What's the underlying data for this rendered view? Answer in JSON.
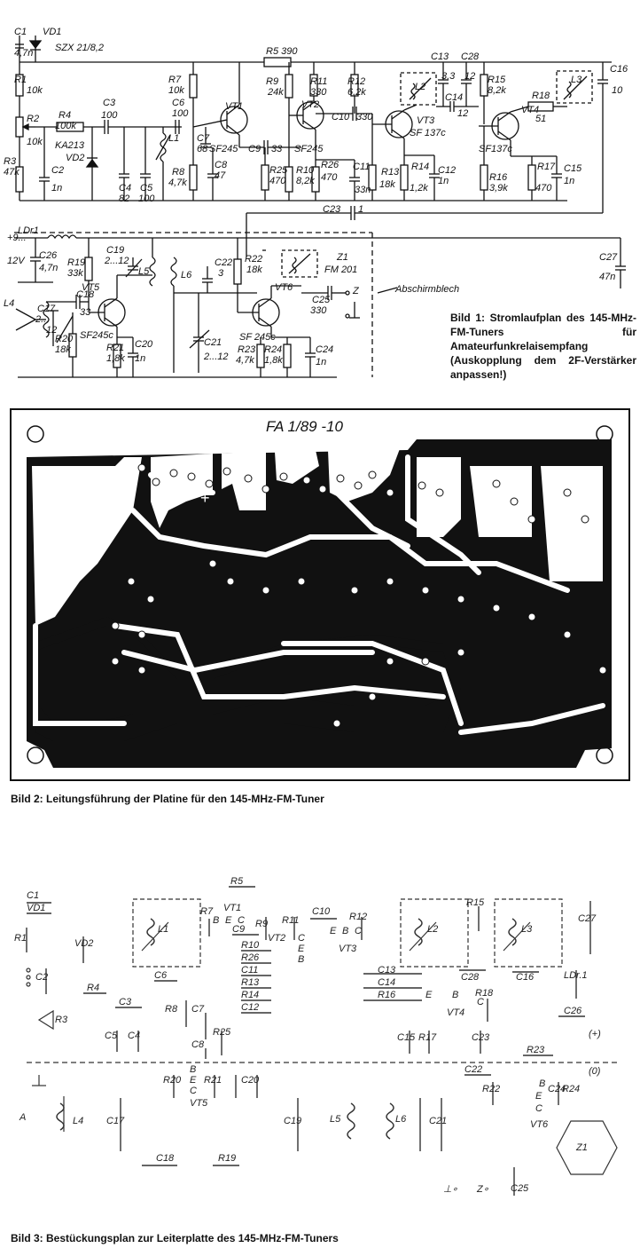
{
  "schematic": {
    "labels": [
      {
        "id": "c1",
        "text": "C1"
      },
      {
        "id": "vd1",
        "text": "VD1"
      },
      {
        "id": "c1v",
        "text": "4,7n"
      },
      {
        "id": "szx",
        "text": "SZX 21/8,2"
      },
      {
        "id": "r1",
        "text": "R1"
      },
      {
        "id": "r1v",
        "text": "10k"
      },
      {
        "id": "r2",
        "text": "R2"
      },
      {
        "id": "r2v",
        "text": "10k"
      },
      {
        "id": "r3",
        "text": "R3"
      },
      {
        "id": "r3v",
        "text": "47k"
      },
      {
        "id": "c2",
        "text": "C2"
      },
      {
        "id": "c2v",
        "text": "1n"
      },
      {
        "id": "r4",
        "text": "R4"
      },
      {
        "id": "r4v",
        "text": "100k"
      },
      {
        "id": "c3",
        "text": "C3"
      },
      {
        "id": "c3v",
        "text": "100"
      },
      {
        "id": "ka",
        "text": "KA213"
      },
      {
        "id": "vd2",
        "text": "VD2"
      },
      {
        "id": "c4",
        "text": "C4"
      },
      {
        "id": "c4v",
        "text": "82"
      },
      {
        "id": "c5",
        "text": "C5"
      },
      {
        "id": "c5v",
        "text": "100"
      },
      {
        "id": "l1",
        "text": "L1"
      },
      {
        "id": "r7",
        "text": "R7"
      },
      {
        "id": "r7v",
        "text": "10k"
      },
      {
        "id": "c6",
        "text": "C6"
      },
      {
        "id": "c6v",
        "text": "100"
      },
      {
        "id": "r8",
        "text": "R8"
      },
      {
        "id": "r8v",
        "text": "4,7k"
      },
      {
        "id": "c7",
        "text": "C7"
      },
      {
        "id": "c7v",
        "text": "68"
      },
      {
        "id": "c8",
        "text": "C8"
      },
      {
        "id": "c8v",
        "text": "47"
      },
      {
        "id": "vt1",
        "text": "VT1"
      },
      {
        "id": "sf245a",
        "text": "SF245"
      },
      {
        "id": "r5",
        "text": "R5 390"
      },
      {
        "id": "c9",
        "text": "C9"
      },
      {
        "id": "c9v",
        "text": "33"
      },
      {
        "id": "r25",
        "text": "R25"
      },
      {
        "id": "r25v",
        "text": "470"
      },
      {
        "id": "r9",
        "text": "R9"
      },
      {
        "id": "r9v",
        "text": "24k"
      },
      {
        "id": "r11",
        "text": "R11"
      },
      {
        "id": "r11v",
        "text": "330"
      },
      {
        "id": "vt2",
        "text": "VT2"
      },
      {
        "id": "sf245b",
        "text": "SF245"
      },
      {
        "id": "r10",
        "text": "R10"
      },
      {
        "id": "r10v",
        "text": "8,2k"
      },
      {
        "id": "r12",
        "text": "R12"
      },
      {
        "id": "r12v",
        "text": "6,2k"
      },
      {
        "id": "c10",
        "text": "C10"
      },
      {
        "id": "c10v",
        "text": "330"
      },
      {
        "id": "r26",
        "text": "R26"
      },
      {
        "id": "r26v",
        "text": "470"
      },
      {
        "id": "c11",
        "text": "C11"
      },
      {
        "id": "c11v",
        "text": "33n"
      },
      {
        "id": "r13",
        "text": "R13"
      },
      {
        "id": "r13v",
        "text": "18k"
      },
      {
        "id": "l2",
        "text": "L2"
      },
      {
        "id": "c13",
        "text": "C13"
      },
      {
        "id": "c13v",
        "text": "3,3"
      },
      {
        "id": "c14",
        "text": "C14"
      },
      {
        "id": "vt3",
        "text": "VT3"
      },
      {
        "id": "sf137a",
        "text": "SF 137c"
      },
      {
        "id": "r14",
        "text": "R14"
      },
      {
        "id": "r14v",
        "text": "1,2k"
      },
      {
        "id": "c12",
        "text": "C12"
      },
      {
        "id": "c12v",
        "text": "1n"
      },
      {
        "id": "c28",
        "text": "C28"
      },
      {
        "id": "c28v",
        "text": "12"
      },
      {
        "id": "c14v",
        "text": "12"
      },
      {
        "id": "r15",
        "text": "R15"
      },
      {
        "id": "r15v",
        "text": "8,2k"
      },
      {
        "id": "vt4",
        "text": "VT4"
      },
      {
        "id": "sf137b",
        "text": "SF137c"
      },
      {
        "id": "r16",
        "text": "R16"
      },
      {
        "id": "r16v",
        "text": "3,9k"
      },
      {
        "id": "r17",
        "text": "R17"
      },
      {
        "id": "r17v",
        "text": "470"
      },
      {
        "id": "c15",
        "text": "C15"
      },
      {
        "id": "c15v",
        "text": "1n"
      },
      {
        "id": "r18",
        "text": "R18"
      },
      {
        "id": "r18v",
        "text": "51"
      },
      {
        "id": "l3",
        "text": "L3"
      },
      {
        "id": "c16",
        "text": "C16"
      },
      {
        "id": "c16v",
        "text": "10"
      },
      {
        "id": "c23",
        "text": "C23"
      },
      {
        "id": "c23v",
        "text": "1"
      },
      {
        "id": "ldr",
        "text": "LDr1"
      },
      {
        "id": "p9",
        "text": "+9..."
      },
      {
        "id": "v12",
        "text": "12V"
      },
      {
        "id": "c26",
        "text": "C26"
      },
      {
        "id": "c26v",
        "text": "4,7n"
      },
      {
        "id": "r19",
        "text": "R19"
      },
      {
        "id": "r19v",
        "text": "33k"
      },
      {
        "id": "c19",
        "text": "C19"
      },
      {
        "id": "c19v",
        "text": "2...12"
      },
      {
        "id": "l5",
        "text": "L5"
      },
      {
        "id": "l6",
        "text": "L6"
      },
      {
        "id": "c22",
        "text": "C22"
      },
      {
        "id": "c22v",
        "text": "3"
      },
      {
        "id": "r22",
        "text": "R22"
      },
      {
        "id": "r22v",
        "text": "18k"
      },
      {
        "id": "z1",
        "text": "Z1"
      },
      {
        "id": "fm201",
        "text": "FM 201"
      },
      {
        "id": "c25",
        "text": "C25"
      },
      {
        "id": "c25v",
        "text": "330"
      },
      {
        "id": "z",
        "text": "Z"
      },
      {
        "id": "c27",
        "text": "C27"
      },
      {
        "id": "c27v",
        "text": "47n"
      },
      {
        "id": "vt5",
        "text": "VT5"
      },
      {
        "id": "vt6",
        "text": "VT6"
      },
      {
        "id": "c18",
        "text": "C18"
      },
      {
        "id": "l4",
        "text": "L4"
      },
      {
        "id": "c17",
        "text": "C17"
      },
      {
        "id": "c17v",
        "text": "2..."
      },
      {
        "id": "c17v2",
        "text": "12"
      },
      {
        "id": "r20",
        "text": "R20"
      },
      {
        "id": "r20v",
        "text": "18k"
      },
      {
        "id": "c18v",
        "text": "33"
      },
      {
        "id": "sf245c1",
        "text": "SF245c"
      },
      {
        "id": "r21",
        "text": "R21"
      },
      {
        "id": "r21v",
        "text": "1,8k"
      },
      {
        "id": "c20",
        "text": "C20"
      },
      {
        "id": "c20v",
        "text": "1n"
      },
      {
        "id": "c21",
        "text": "C21"
      },
      {
        "id": "c21v",
        "text": "2...12"
      },
      {
        "id": "sf245c2",
        "text": "SF 245c"
      },
      {
        "id": "r23",
        "text": "R23"
      },
      {
        "id": "r23v",
        "text": "4,7k"
      },
      {
        "id": "r24",
        "text": "R24"
      },
      {
        "id": "r24v",
        "text": "1,8k"
      },
      {
        "id": "c24",
        "text": "C24"
      },
      {
        "id": "c24v",
        "text": "1n"
      },
      {
        "id": "abs",
        "text": "Abschirmblech"
      }
    ],
    "caption_title": "Bild 1:",
    "caption_text": "Stromlaufplan des 145-MHz-FM-Tuners für Amateurfunkrelaisempfang (Auskopplung dem 2F-Verstärker anpassen!)"
  },
  "pcb": {
    "board_id": "FA 1/89 -10",
    "caption": "Bild 2: Leitungsführung der Platine für den 145-MHz-FM-Tuner"
  },
  "assembly": {
    "labels": [
      {
        "id": "a_c1",
        "text": "C1"
      },
      {
        "id": "a_vd1",
        "text": "VD1"
      },
      {
        "id": "a_r1",
        "text": "R1"
      },
      {
        "id": "a_vd2",
        "text": "VD2"
      },
      {
        "id": "a_c2",
        "text": "C2"
      },
      {
        "id": "a_r4",
        "text": "R4"
      },
      {
        "id": "a_c3",
        "text": "C3"
      },
      {
        "id": "a_r3",
        "text": "R3"
      },
      {
        "id": "a_c5",
        "text": "C5"
      },
      {
        "id": "a_c4",
        "text": "C4"
      },
      {
        "id": "a_l1",
        "text": "L1"
      },
      {
        "id": "a_c6",
        "text": "C6"
      },
      {
        "id": "a_r8",
        "text": "R8"
      },
      {
        "id": "a_c7",
        "text": "C7"
      },
      {
        "id": "a_c8",
        "text": "C8"
      },
      {
        "id": "a_r25",
        "text": "R25"
      },
      {
        "id": "a_r5",
        "text": "R5"
      },
      {
        "id": "a_r7",
        "text": "R7"
      },
      {
        "id": "a_vt1",
        "text": "VT1"
      },
      {
        "id": "a_r9",
        "text": "R9"
      },
      {
        "id": "a_c9",
        "text": "C9"
      },
      {
        "id": "a_r10",
        "text": "R10"
      },
      {
        "id": "a_r26",
        "text": "R26"
      },
      {
        "id": "a_c11",
        "text": "C11"
      },
      {
        "id": "a_r13",
        "text": "R13"
      },
      {
        "id": "a_r14",
        "text": "R14"
      },
      {
        "id": "a_c12",
        "text": "C12"
      },
      {
        "id": "a_r11",
        "text": "R11"
      },
      {
        "id": "a_vt2",
        "text": "VT2"
      },
      {
        "id": "a_c10",
        "text": "C10"
      },
      {
        "id": "a_r12",
        "text": "R12"
      },
      {
        "id": "a_vt3",
        "text": "VT3"
      },
      {
        "id": "a_l2",
        "text": "L2"
      },
      {
        "id": "a_r15",
        "text": "R15"
      },
      {
        "id": "a_l3",
        "text": "L3"
      },
      {
        "id": "a_c27",
        "text": "C27"
      },
      {
        "id": "a_c13",
        "text": "C13"
      },
      {
        "id": "a_c14",
        "text": "C14"
      },
      {
        "id": "a_r16",
        "text": "R16"
      },
      {
        "id": "a_c28",
        "text": "C28"
      },
      {
        "id": "a_c16",
        "text": "C16"
      },
      {
        "id": "a_r18",
        "text": "R18"
      },
      {
        "id": "a_vt4",
        "text": "VT4"
      },
      {
        "id": "a_ldr",
        "text": "LDr.1"
      },
      {
        "id": "a_c26",
        "text": "C26"
      },
      {
        "id": "a_plus",
        "text": "(+)"
      },
      {
        "id": "a_c15",
        "text": "C15"
      },
      {
        "id": "a_r17",
        "text": "R17"
      },
      {
        "id": "a_c23",
        "text": "C23"
      },
      {
        "id": "a_r23",
        "text": "R23"
      },
      {
        "id": "a_zero",
        "text": "(0)"
      },
      {
        "id": "a_r20",
        "text": "R20"
      },
      {
        "id": "a_r21",
        "text": "R21"
      },
      {
        "id": "a_c20",
        "text": "C20"
      },
      {
        "id": "a_vt5",
        "text": "VT5"
      },
      {
        "id": "a_c22",
        "text": "C22"
      },
      {
        "id": "a_r22",
        "text": "R22"
      },
      {
        "id": "a_c24",
        "text": "C24"
      },
      {
        "id": "a_r24",
        "text": "R24"
      },
      {
        "id": "a_vt6",
        "text": "VT6"
      },
      {
        "id": "a_a",
        "text": "A"
      },
      {
        "id": "a_l4",
        "text": "L4"
      },
      {
        "id": "a_c17",
        "text": "C17"
      },
      {
        "id": "a_c19",
        "text": "C19"
      },
      {
        "id": "a_l5",
        "text": "L5"
      },
      {
        "id": "a_l6",
        "text": "L6"
      },
      {
        "id": "a_c21",
        "text": "C21"
      },
      {
        "id": "a_z1",
        "text": "Z1"
      },
      {
        "id": "a_c18",
        "text": "C18"
      },
      {
        "id": "a_r19",
        "text": "R19"
      },
      {
        "id": "a_c25",
        "text": "C25"
      },
      {
        "id": "a_gnd",
        "text": "⊥∘"
      },
      {
        "id": "a_zo",
        "text": "Z∘"
      },
      {
        "id": "a_b1",
        "text": "B"
      },
      {
        "id": "a_e1",
        "text": "E"
      },
      {
        "id": "a_cc1",
        "text": "C"
      },
      {
        "id": "a_c2b",
        "text": "C"
      },
      {
        "id": "a_e2",
        "text": "E"
      },
      {
        "id": "a_b2",
        "text": "B"
      },
      {
        "id": "a_e3",
        "text": "E"
      },
      {
        "id": "a_b3",
        "text": "B"
      },
      {
        "id": "a_cc3",
        "text": "C"
      },
      {
        "id": "a_e4",
        "text": "E"
      },
      {
        "id": "a_b4",
        "text": "B"
      },
      {
        "id": "a_cc4",
        "text": "C"
      },
      {
        "id": "a_b5",
        "text": "B"
      },
      {
        "id": "a_e5",
        "text": "E"
      },
      {
        "id": "a_cc5",
        "text": "C"
      },
      {
        "id": "a_b6",
        "text": "B"
      },
      {
        "id": "a_e6",
        "text": "E"
      },
      {
        "id": "a_cc6",
        "text": "C"
      }
    ],
    "caption": "Bild 3: Bestückungsplan zur Leiterplatte des 145-MHz-FM-Tuners"
  }
}
